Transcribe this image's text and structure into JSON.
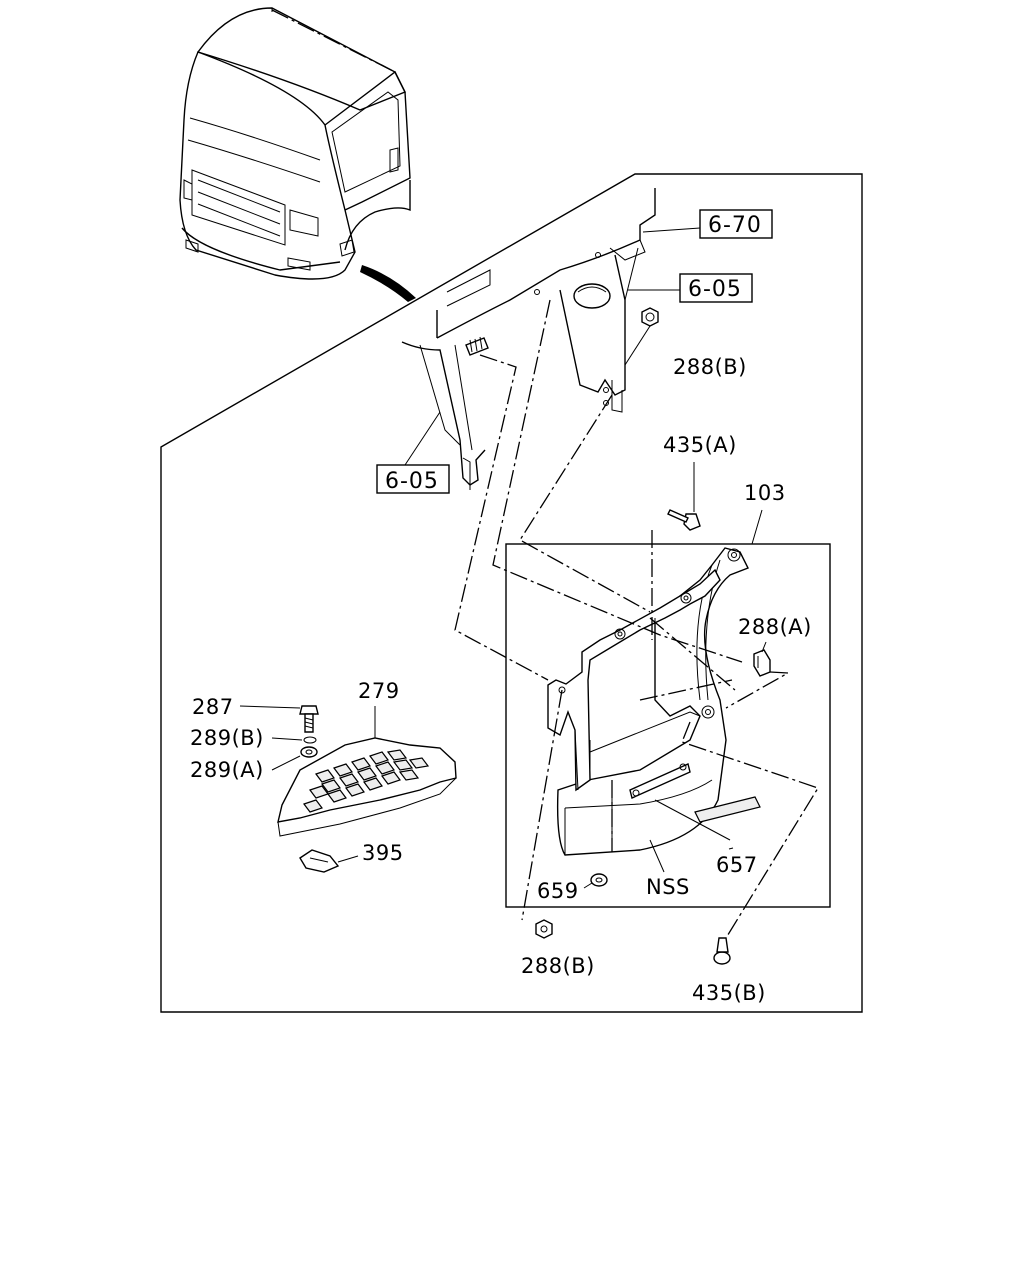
{
  "diagram": {
    "title": "",
    "callouts": {
      "ref_6_70": "6-70",
      "ref_6_05_top": "6-05",
      "ref_6_05_left": "6-05",
      "p288b_top": "288(B)",
      "p435a": "435(A)",
      "p103": "103",
      "p288a": "288(A)",
      "p287": "287",
      "p279": "279",
      "p289b": "289(B)",
      "p289a": "289(A)",
      "p395": "395",
      "p657": "657",
      "p659": "659",
      "nss": "NSS",
      "p288b_bottom": "288(B)",
      "p435b": "435(B)"
    }
  }
}
